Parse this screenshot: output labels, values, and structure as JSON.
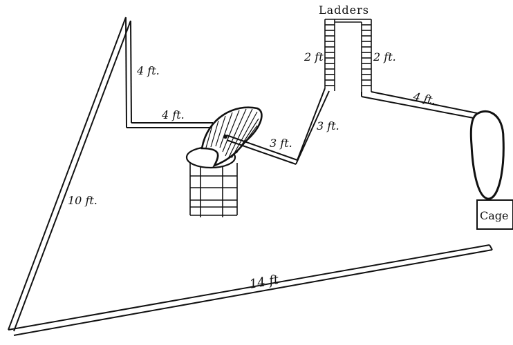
{
  "labels": {
    "ladders": "Ladders",
    "cage": "Cage",
    "seg_left_vertical": "4 ft.",
    "seg_left_horizontal": "4 ft.",
    "seg_diagonal_lower": "3 ft.",
    "seg_diagonal_upper": "3 ft.",
    "seg_ladder_left": "2 ft.",
    "seg_ladder_right": "2 ft.",
    "seg_right": "4 ft.",
    "seg_long_diagonal": "10 ft.",
    "seg_bottom": "14 ft"
  },
  "colors": {
    "ink": "#111111",
    "paper": "#ffffff"
  }
}
